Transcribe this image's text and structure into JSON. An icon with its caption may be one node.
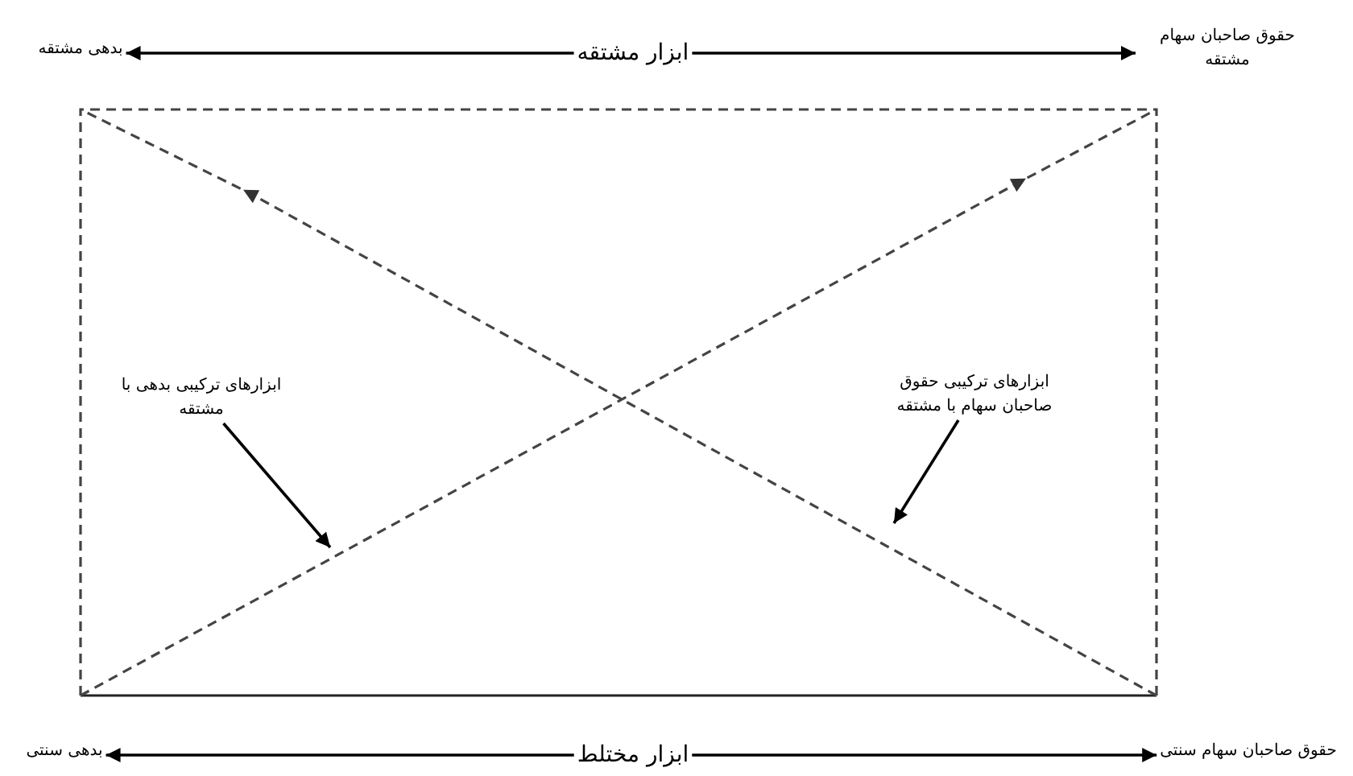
{
  "diagram": {
    "nodes": [
      {
        "text": [
          "ابزار مشتقه"
        ]
      },
      {
        "text": [
          "بدهی مشتقه"
        ]
      },
      {
        "text": [
          "حقوق صاحبان سهام مشتقه"
        ]
      },
      {
        "text": [
          "ابزار مختلط"
        ]
      },
      {
        "text": [
          "بدهی سنتی"
        ]
      },
      {
        "text": [
          "حقوق صاحبان سهام سنتی"
        ]
      },
      {
        "text": [
          "ابزارهای ترکیبی بدهی با مشتقه"
        ]
      },
      {
        "text": [
          "ابزارهای ترکیبی حقوق صاحبان سهام با مشتقه"
        ]
      }
    ],
    "edges": [
      {
        "from": 0,
        "to": 1,
        "arrow": "to"
      },
      {
        "from": 0,
        "to": 2,
        "arrow": "to"
      },
      {
        "from": 3,
        "to": 4,
        "arrow": "to"
      },
      {
        "from": 3,
        "to": 5,
        "arrow": "to"
      },
      {
        "from": 6,
        "to": null,
        "arrow": "to"
      },
      {
        "from": 7,
        "to": null,
        "arrow": "to"
      }
    ]
  }
}
